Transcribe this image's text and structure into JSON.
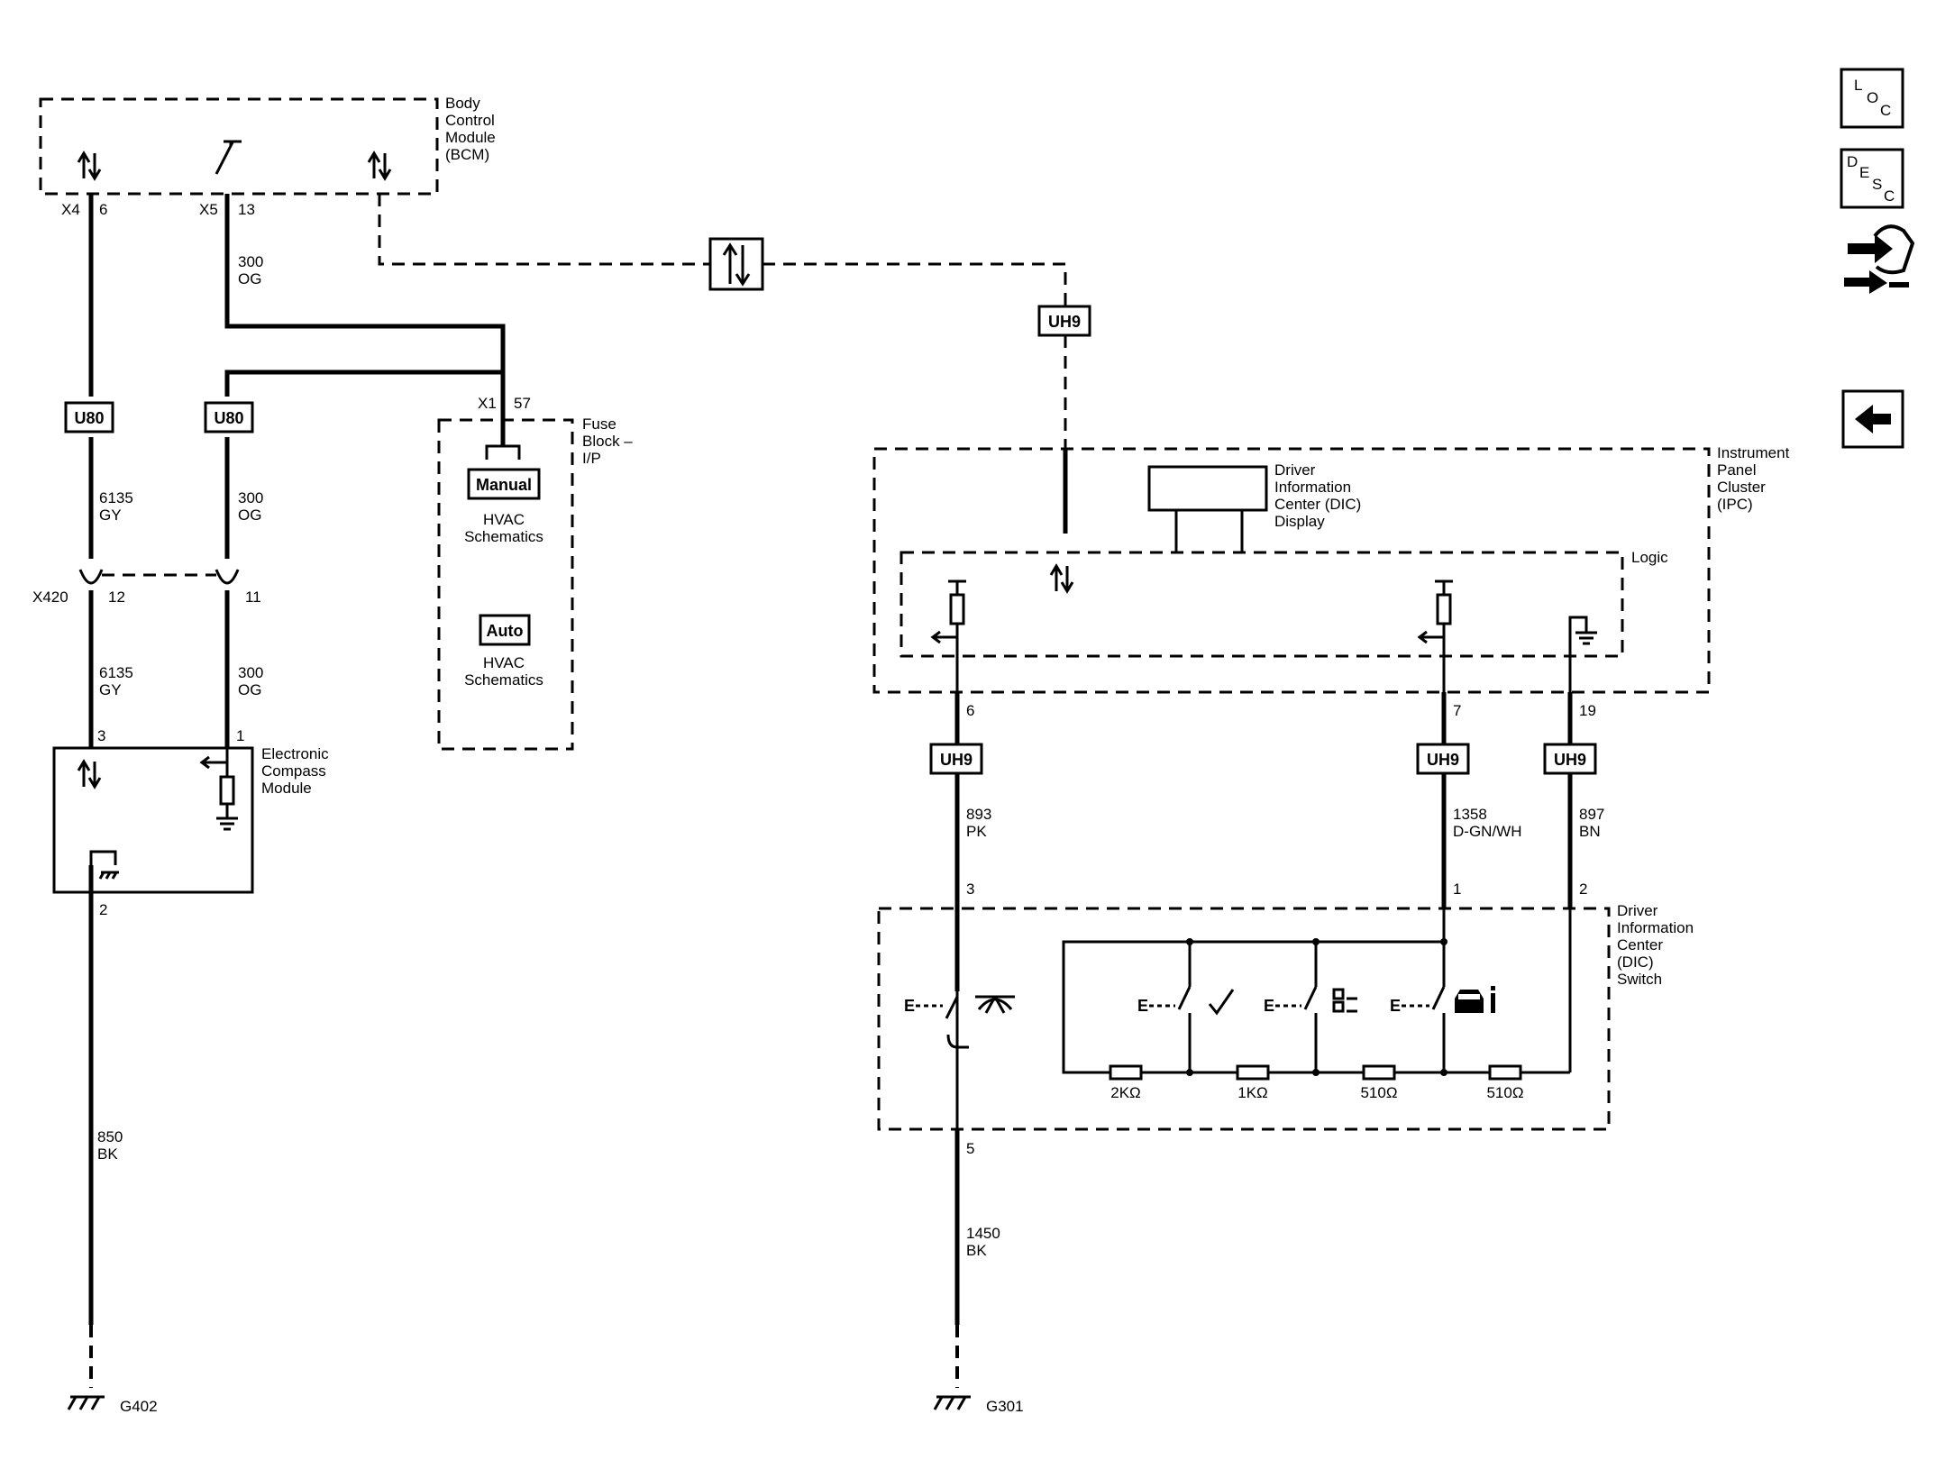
{
  "components": {
    "bcm": "Body Control Module (BCM)",
    "bcm_lines": [
      "Body",
      "Control",
      "Module",
      "(BCM)"
    ],
    "fuse_block_lines": [
      "Fuse",
      "Block –",
      "I/P"
    ],
    "ipc_lines": [
      "Instrument",
      "Panel",
      "Cluster",
      "(IPC)"
    ],
    "dic_display_lines": [
      "Driver",
      "Information",
      "Center (DIC)",
      "Display"
    ],
    "logic": "Logic",
    "compass_lines": [
      "Electronic",
      "Compass",
      "Module"
    ],
    "dic_switch_lines": [
      "Driver",
      "Information",
      "Center",
      "(DIC)",
      "Switch"
    ]
  },
  "fuse_block_refs": [
    {
      "tag": "Manual",
      "line1": "HVAC",
      "line2": "Schematics"
    },
    {
      "tag": "Auto",
      "line1": "HVAC",
      "line2": "Schematics"
    }
  ],
  "connectors": {
    "x4": "X4",
    "x4_pin": "6",
    "x5": "X5",
    "x5_pin": "13",
    "x1": "X1",
    "x1_pin": "57",
    "x420": "X420",
    "x420_pin_a": "12",
    "x420_pin_b": "11",
    "compass_pin_3": "3",
    "compass_pin_1": "1",
    "compass_pin_2": "2",
    "ipc_pin_6": "6",
    "ipc_pin_7": "7",
    "ipc_pin_19": "19",
    "switch_pin_3": "3",
    "switch_pin_1": "1",
    "switch_pin_2": "2",
    "switch_pin_5": "5"
  },
  "option_tags": {
    "u80": "U80",
    "uh9": "UH9"
  },
  "wires": {
    "w6135_gy_a": {
      "circuit": "6135",
      "color": "GY"
    },
    "w300_og_a": {
      "circuit": "300",
      "color": "OG"
    },
    "w300_og_b": {
      "circuit": "300",
      "color": "OG"
    },
    "w6135_gy_b": {
      "circuit": "6135",
      "color": "GY"
    },
    "w300_og_c": {
      "circuit": "300",
      "color": "OG"
    },
    "w850_bk": {
      "circuit": "850",
      "color": "BK"
    },
    "w893_pk": {
      "circuit": "893",
      "color": "PK"
    },
    "w1358": {
      "circuit": "1358",
      "color": "D-GN/WH"
    },
    "w897_bn": {
      "circuit": "897",
      "color": "BN"
    },
    "w1450_bk": {
      "circuit": "1450",
      "color": "BK"
    }
  },
  "grounds": {
    "g402": "G402",
    "g301": "G301"
  },
  "resistors": [
    "2KΩ",
    "1KΩ",
    "510Ω",
    "510Ω"
  ],
  "side_buttons": {
    "loc": [
      "L",
      "O",
      "C"
    ],
    "desc": [
      "D",
      "E",
      "S",
      "C"
    ],
    "icon_connector": "connector-view-icon",
    "icon_back": "back-arrow-icon"
  }
}
